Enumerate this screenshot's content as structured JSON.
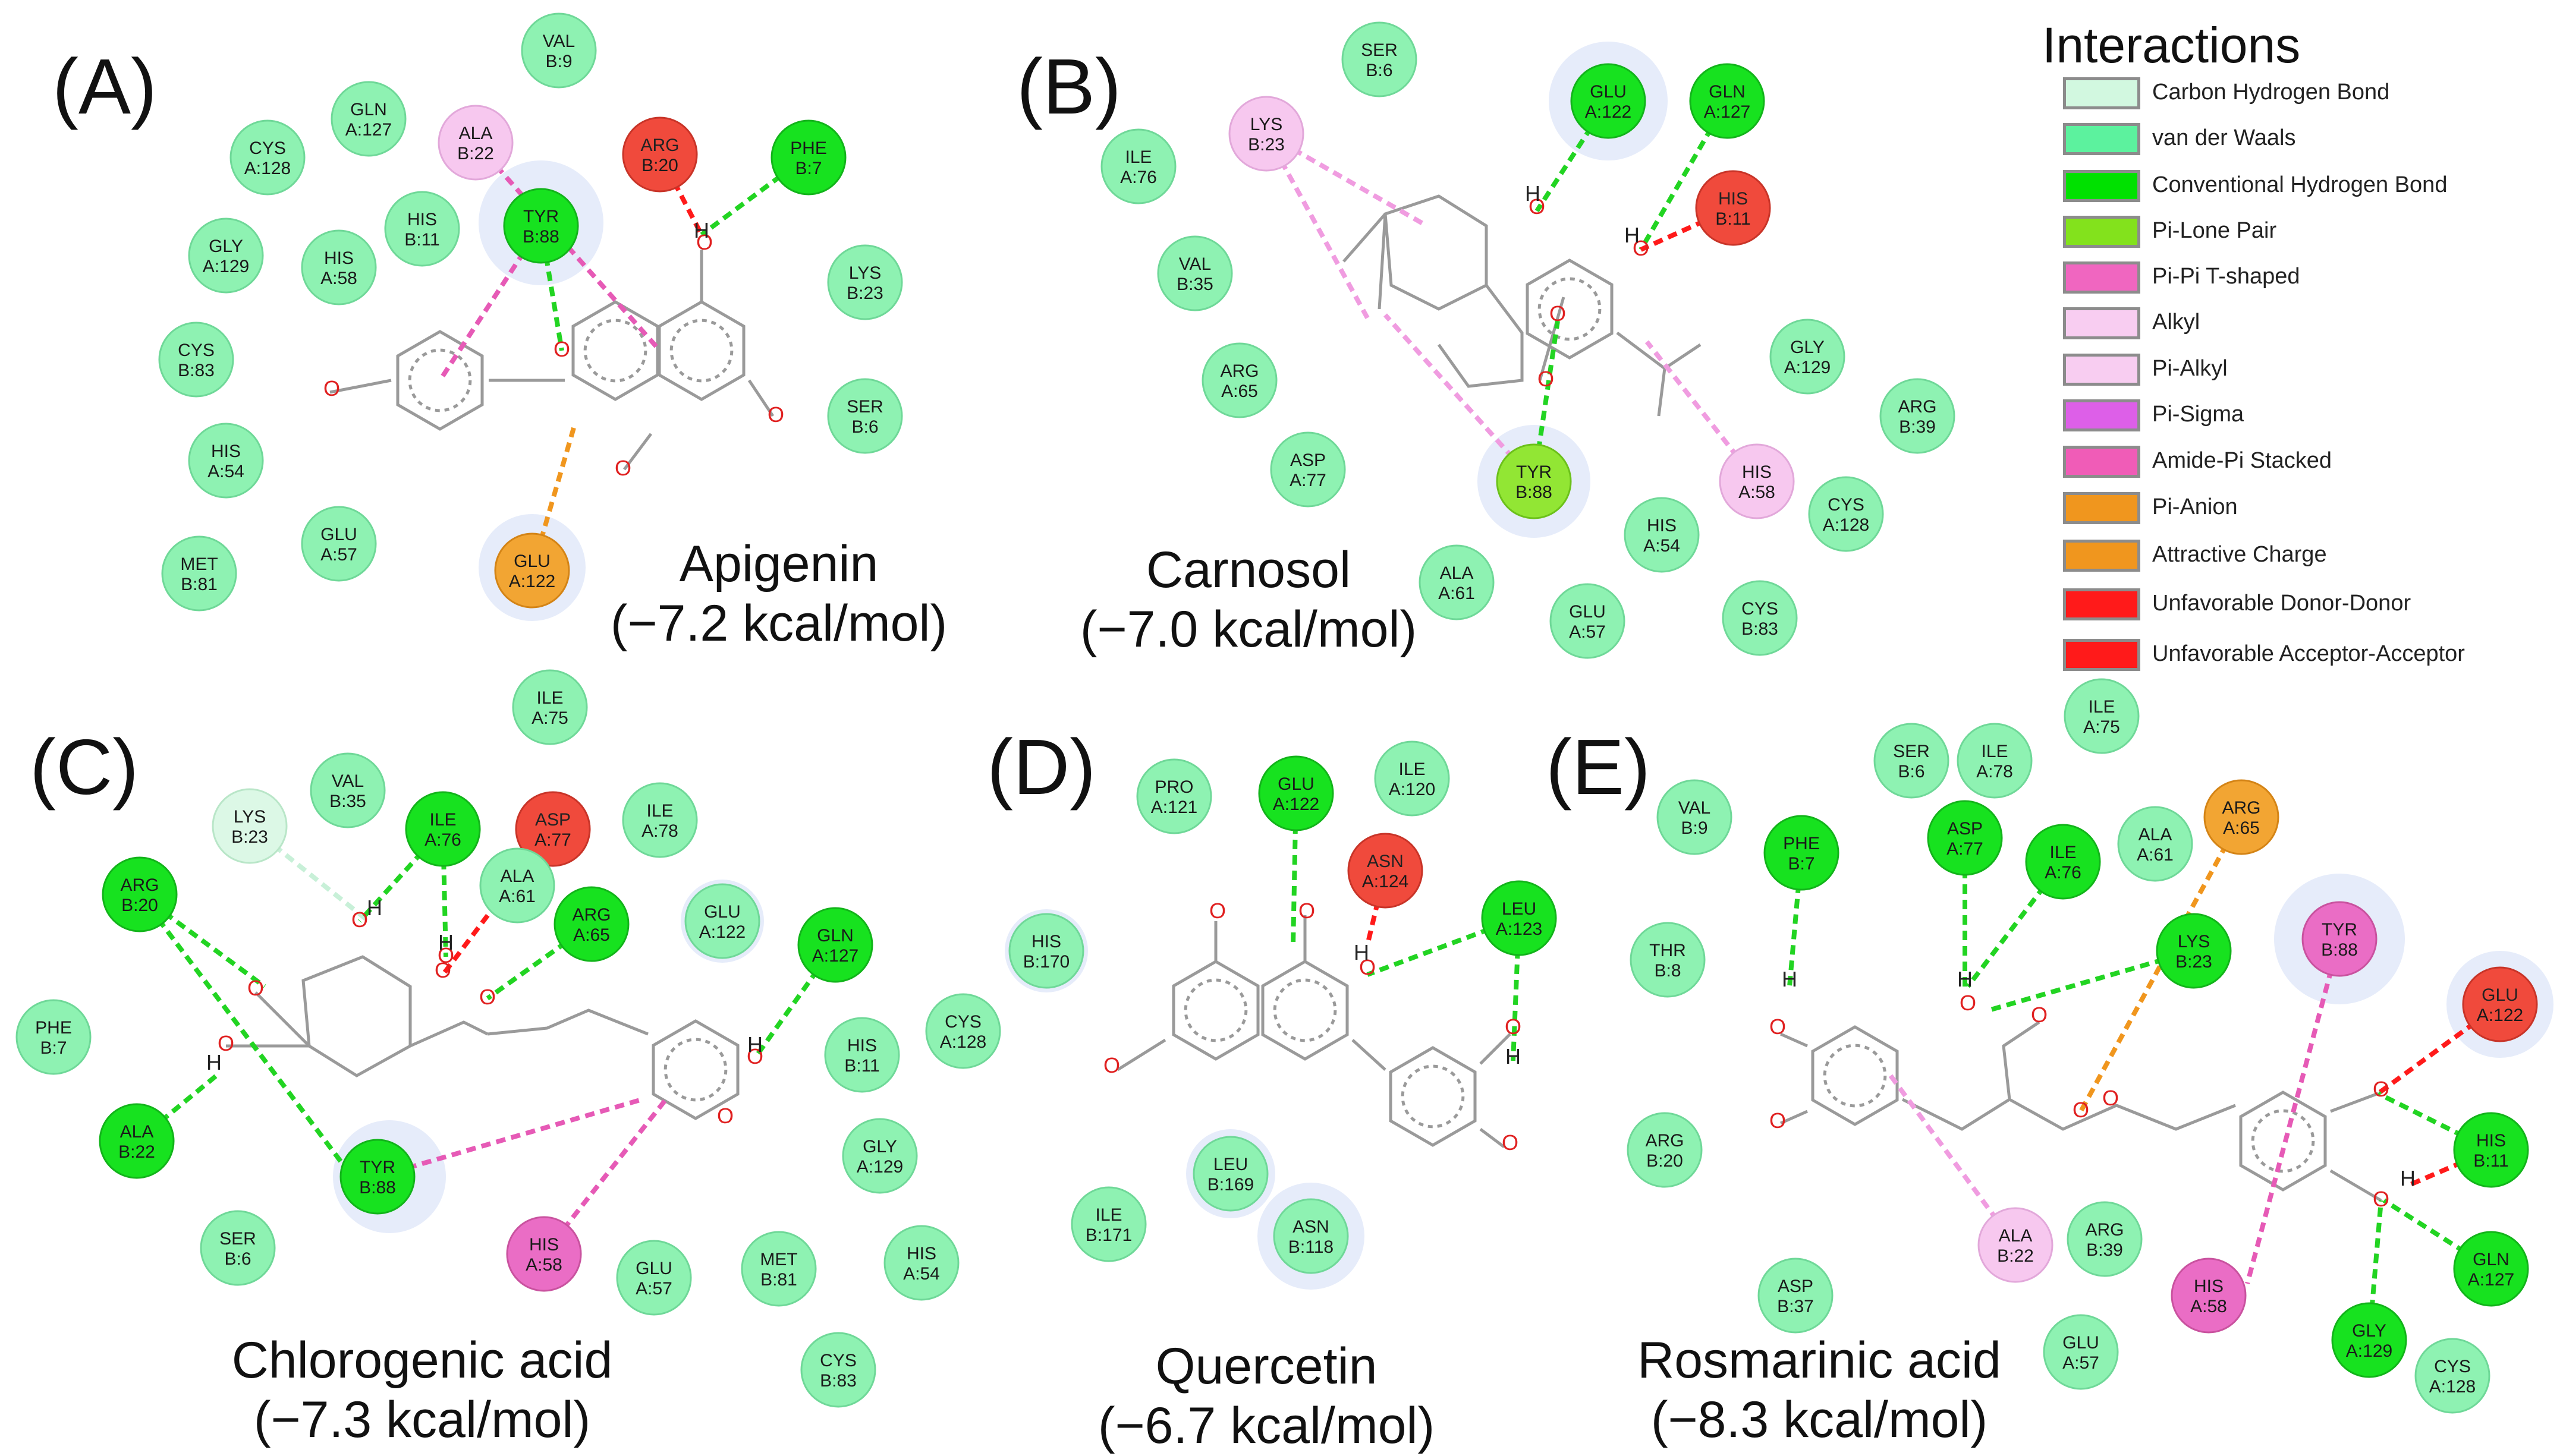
{
  "legend": {
    "title": "Interactions",
    "items": [
      {
        "label": "Carbon Hydrogen Bond",
        "color": "#d2f8e0"
      },
      {
        "label": "van der Waals",
        "color": "#5cf29e"
      },
      {
        "label": "Conventional Hydrogen Bond",
        "color": "#00e100"
      },
      {
        "label": "Pi-Lone Pair",
        "color": "#83e21c"
      },
      {
        "label": "Pi-Pi T-shaped",
        "color": "#f066c0"
      },
      {
        "label": "Alkyl",
        "color": "#f8cdf1"
      },
      {
        "label": "Pi-Alkyl",
        "color": "#f8cdf1"
      },
      {
        "label": "Pi-Sigma",
        "color": "#dd5fe8"
      },
      {
        "label": "Amide-Pi Stacked",
        "color": "#f05cb7"
      },
      {
        "label": "Pi-Anion",
        "color": "#f0961e"
      },
      {
        "label": "Attractive Charge",
        "color": "#f0961e"
      },
      {
        "label": "Unfavorable Donor-Donor",
        "color": "#ff1a1a"
      },
      {
        "label": "Unfavorable Acceptor-Acceptor",
        "color": "#ff1a1a"
      }
    ]
  },
  "colors": {
    "vdw": "#8ef2b2",
    "hbond": "#17e21f",
    "red": "#f04a3c",
    "pink_alkyl": "#f7c8ef",
    "pink_pi": "#ea6dc5",
    "orange": "#f2a533",
    "lime": "#92e634",
    "ch_bond": "#dcf8e6",
    "line_green": "#22d422",
    "line_pink": "#f09ce0",
    "line_magenta": "#e65ab6",
    "line_orange": "#f0961e",
    "line_red": "#ff1a1a",
    "line_pale": "#c8f0d8"
  },
  "panels": [
    {
      "label": "(A)",
      "name": "Apigenin",
      "energy": "(−7.2 kcal/mol)"
    },
    {
      "label": "(B)",
      "name": "Carnosol",
      "energy": "(−7.0 kcal/mol)"
    },
    {
      "label": "(C)",
      "name": "Chlorogenic acid",
      "energy": "(−7.3 kcal/mol)"
    },
    {
      "label": "(D)",
      "name": "Quercetin",
      "energy": "(−6.7 kcal/mol)"
    },
    {
      "label": "(E)",
      "name": "Rosmarinic acid",
      "energy": "(−8.3 kcal/mol)"
    }
  ],
  "residues": {
    "A": [
      {
        "t": "VAL",
        "id": "B:9",
        "k": "vdw"
      },
      {
        "t": "GLN",
        "id": "A:127",
        "k": "vdw"
      },
      {
        "t": "CYS",
        "id": "A:128",
        "k": "vdw"
      },
      {
        "t": "ALA",
        "id": "B:22",
        "k": "pink_alkyl"
      },
      {
        "t": "ARG",
        "id": "B:20",
        "k": "red"
      },
      {
        "t": "PHE",
        "id": "B:7",
        "k": "hbond"
      },
      {
        "t": "HIS",
        "id": "B:11",
        "k": "vdw"
      },
      {
        "t": "TYR",
        "id": "B:88",
        "k": "hbond"
      },
      {
        "t": "GLY",
        "id": "A:129",
        "k": "vdw"
      },
      {
        "t": "HIS",
        "id": "A:58",
        "k": "vdw"
      },
      {
        "t": "LYS",
        "id": "B:23",
        "k": "vdw"
      },
      {
        "t": "CYS",
        "id": "B:83",
        "k": "vdw"
      },
      {
        "t": "SER",
        "id": "B:6",
        "k": "vdw"
      },
      {
        "t": "HIS",
        "id": "A:54",
        "k": "vdw"
      },
      {
        "t": "GLU",
        "id": "A:57",
        "k": "vdw"
      },
      {
        "t": "MET",
        "id": "B:81",
        "k": "vdw"
      },
      {
        "t": "GLU",
        "id": "A:122",
        "k": "orange"
      }
    ],
    "B": [
      {
        "t": "SER",
        "id": "B:6",
        "k": "vdw"
      },
      {
        "t": "GLU",
        "id": "A:122",
        "k": "hbond"
      },
      {
        "t": "GLN",
        "id": "A:127",
        "k": "hbond"
      },
      {
        "t": "LYS",
        "id": "B:23",
        "k": "pink_alkyl"
      },
      {
        "t": "ILE",
        "id": "A:76",
        "k": "vdw"
      },
      {
        "t": "HIS",
        "id": "B:11",
        "k": "red"
      },
      {
        "t": "VAL",
        "id": "B:35",
        "k": "vdw"
      },
      {
        "t": "GLY",
        "id": "A:129",
        "k": "vdw"
      },
      {
        "t": "ARG",
        "id": "A:65",
        "k": "vdw"
      },
      {
        "t": "ARG",
        "id": "B:39",
        "k": "vdw"
      },
      {
        "t": "ASP",
        "id": "A:77",
        "k": "vdw"
      },
      {
        "t": "TYR",
        "id": "B:88",
        "k": "lime"
      },
      {
        "t": "HIS",
        "id": "A:58",
        "k": "pink_alkyl"
      },
      {
        "t": "CYS",
        "id": "A:128",
        "k": "vdw"
      },
      {
        "t": "HIS",
        "id": "A:54",
        "k": "vdw"
      },
      {
        "t": "ALA",
        "id": "A:61",
        "k": "vdw"
      },
      {
        "t": "GLU",
        "id": "A:57",
        "k": "vdw"
      },
      {
        "t": "CYS",
        "id": "B:83",
        "k": "vdw"
      }
    ],
    "C": [
      {
        "t": "ILE",
        "id": "A:75",
        "k": "vdw"
      },
      {
        "t": "VAL",
        "id": "B:35",
        "k": "vdw"
      },
      {
        "t": "LYS",
        "id": "B:23",
        "k": "ch_bond"
      },
      {
        "t": "ILE",
        "id": "A:76",
        "k": "hbond"
      },
      {
        "t": "ASP",
        "id": "A:77",
        "k": "red"
      },
      {
        "t": "ILE",
        "id": "A:78",
        "k": "vdw"
      },
      {
        "t": "ARG",
        "id": "B:20",
        "k": "hbond"
      },
      {
        "t": "ALA",
        "id": "A:61",
        "k": "vdw"
      },
      {
        "t": "ARG",
        "id": "A:65",
        "k": "hbond"
      },
      {
        "t": "GLU",
        "id": "A:122",
        "k": "vdw"
      },
      {
        "t": "GLN",
        "id": "A:127",
        "k": "hbond"
      },
      {
        "t": "PHE",
        "id": "B:7",
        "k": "vdw"
      },
      {
        "t": "CYS",
        "id": "A:128",
        "k": "vdw"
      },
      {
        "t": "HIS",
        "id": "B:11",
        "k": "vdw"
      },
      {
        "t": "ALA",
        "id": "B:22",
        "k": "hbond"
      },
      {
        "t": "GLY",
        "id": "A:129",
        "k": "vdw"
      },
      {
        "t": "TYR",
        "id": "B:88",
        "k": "hbond"
      },
      {
        "t": "SER",
        "id": "B:6",
        "k": "vdw"
      },
      {
        "t": "HIS",
        "id": "A:58",
        "k": "pink_pi"
      },
      {
        "t": "GLU",
        "id": "A:57",
        "k": "vdw"
      },
      {
        "t": "MET",
        "id": "B:81",
        "k": "vdw"
      },
      {
        "t": "HIS",
        "id": "A:54",
        "k": "vdw"
      },
      {
        "t": "CYS",
        "id": "B:83",
        "k": "vdw"
      }
    ],
    "D": [
      {
        "t": "PRO",
        "id": "A:121",
        "k": "vdw"
      },
      {
        "t": "GLU",
        "id": "A:122",
        "k": "hbond"
      },
      {
        "t": "ILE",
        "id": "A:120",
        "k": "vdw"
      },
      {
        "t": "ASN",
        "id": "A:124",
        "k": "red"
      },
      {
        "t": "LEU",
        "id": "A:123",
        "k": "hbond"
      },
      {
        "t": "HIS",
        "id": "B:170",
        "k": "vdw"
      },
      {
        "t": "LEU",
        "id": "B:169",
        "k": "vdw"
      },
      {
        "t": "ILE",
        "id": "B:171",
        "k": "vdw"
      },
      {
        "t": "ASN",
        "id": "B:118",
        "k": "vdw"
      }
    ],
    "E": [
      {
        "t": "ILE",
        "id": "A:75",
        "k": "vdw"
      },
      {
        "t": "SER",
        "id": "B:6",
        "k": "vdw"
      },
      {
        "t": "ILE",
        "id": "A:78",
        "k": "vdw"
      },
      {
        "t": "VAL",
        "id": "B:9",
        "k": "vdw"
      },
      {
        "t": "ARG",
        "id": "A:65",
        "k": "orange"
      },
      {
        "t": "ASP",
        "id": "A:77",
        "k": "hbond"
      },
      {
        "t": "ALA",
        "id": "A:61",
        "k": "vdw"
      },
      {
        "t": "PHE",
        "id": "B:7",
        "k": "hbond"
      },
      {
        "t": "ILE",
        "id": "A:76",
        "k": "hbond"
      },
      {
        "t": "THR",
        "id": "B:8",
        "k": "vdw"
      },
      {
        "t": "LYS",
        "id": "B:23",
        "k": "hbond"
      },
      {
        "t": "TYR",
        "id": "B:88",
        "k": "pink_pi"
      },
      {
        "t": "GLU",
        "id": "A:122",
        "k": "red"
      },
      {
        "t": "ARG",
        "id": "B:20",
        "k": "vdw"
      },
      {
        "t": "HIS",
        "id": "B:11",
        "k": "hbond"
      },
      {
        "t": "ALA",
        "id": "B:22",
        "k": "pink_alkyl"
      },
      {
        "t": "ARG",
        "id": "B:39",
        "k": "vdw"
      },
      {
        "t": "ASP",
        "id": "B:37",
        "k": "vdw"
      },
      {
        "t": "HIS",
        "id": "A:58",
        "k": "pink_pi"
      },
      {
        "t": "GLN",
        "id": "A:127",
        "k": "hbond"
      },
      {
        "t": "GLY",
        "id": "A:129",
        "k": "hbond"
      },
      {
        "t": "GLU",
        "id": "A:57",
        "k": "vdw"
      },
      {
        "t": "CYS",
        "id": "A:128",
        "k": "vdw"
      }
    ]
  }
}
